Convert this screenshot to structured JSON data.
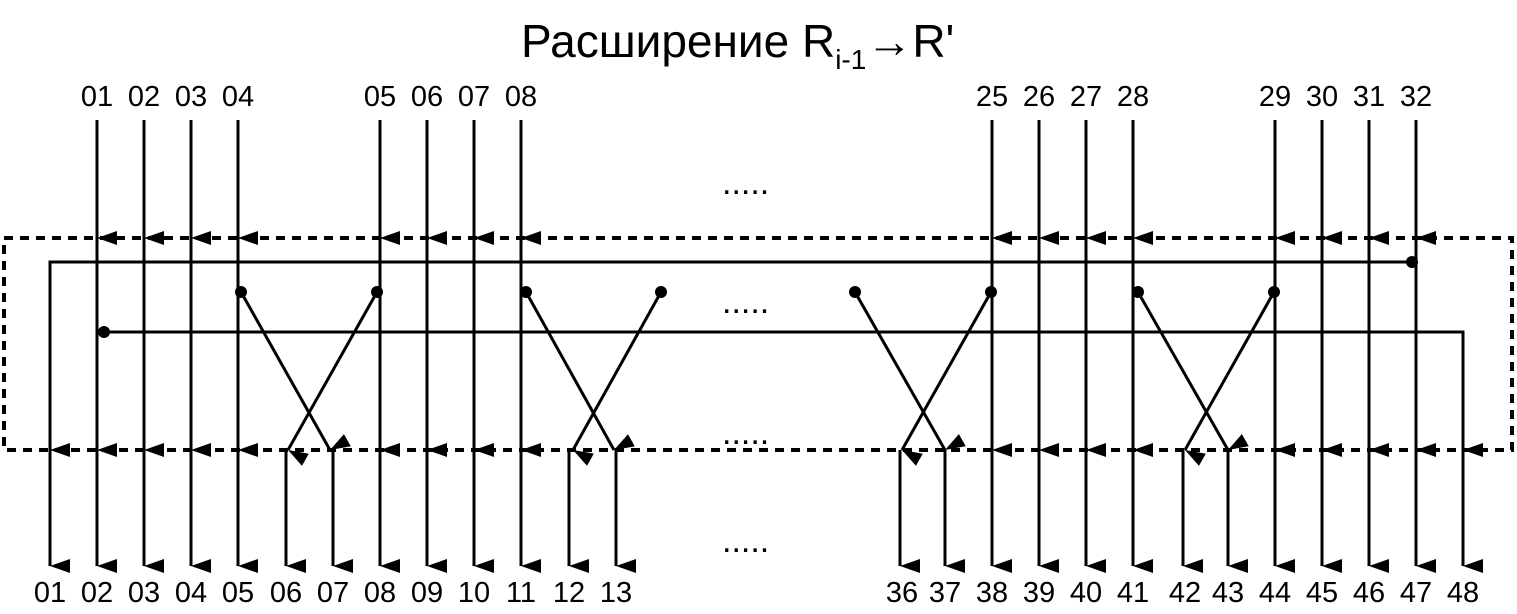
{
  "title": {
    "main": "Расширение R",
    "subscript": "i-1",
    "arrow": "→",
    "target": "R'"
  },
  "inputs": [
    "01",
    "02",
    "03",
    "04",
    "05",
    "06",
    "07",
    "08",
    "25",
    "26",
    "27",
    "28",
    "29",
    "30",
    "31",
    "32"
  ],
  "outputs": [
    "01",
    "02",
    "03",
    "04",
    "05",
    "06",
    "07",
    "08",
    "09",
    "10",
    "11",
    "12",
    "13",
    "36",
    "37",
    "38",
    "39",
    "40",
    "41",
    "42",
    "43",
    "44",
    "45",
    "46",
    "47",
    "48"
  ],
  "ellipsis": "....."
}
